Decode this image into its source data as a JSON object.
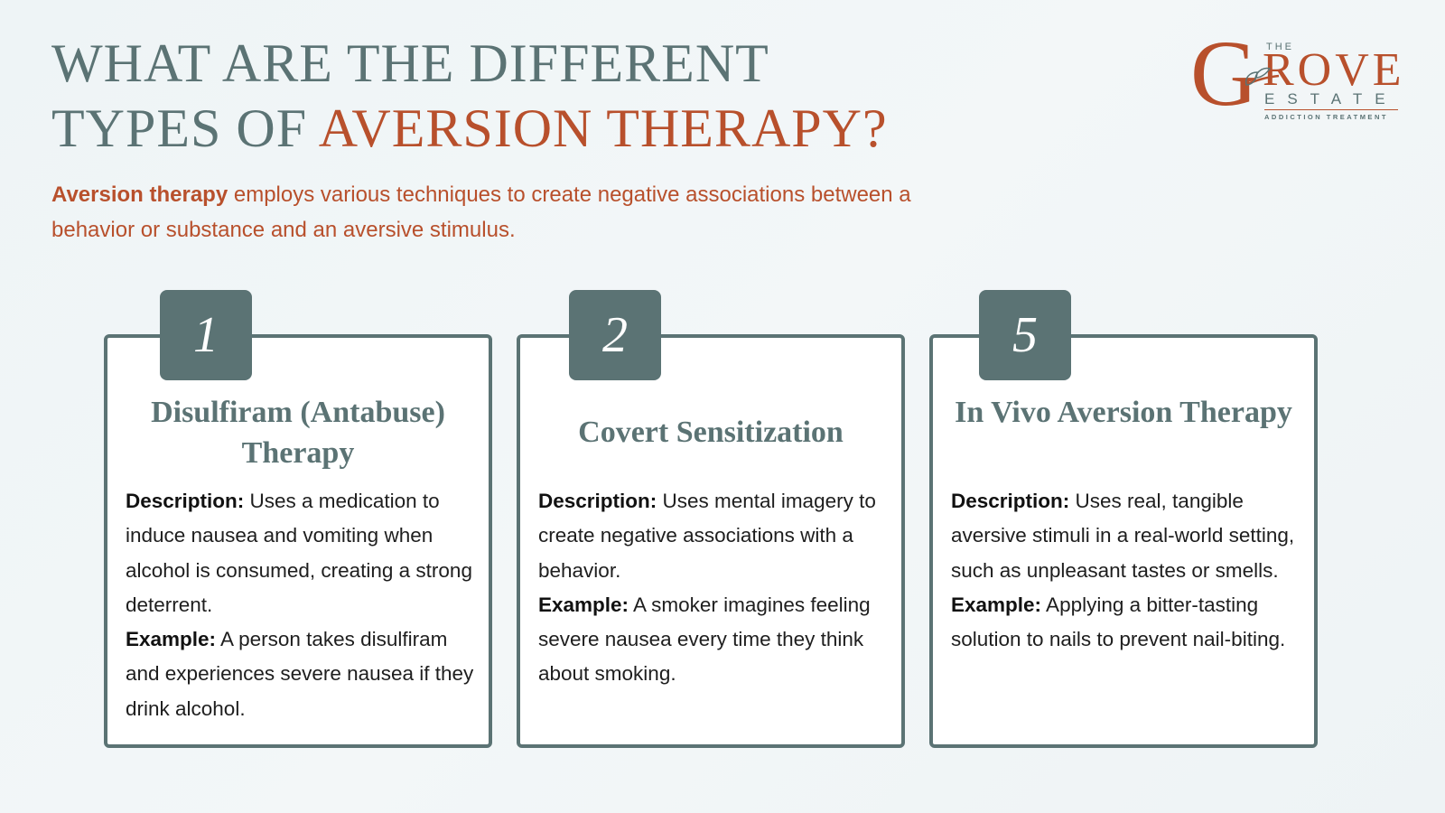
{
  "header": {
    "title_line1": "WHAT ARE THE DIFFERENT",
    "title_line2_prefix": "TYPES OF ",
    "title_line2_accent": "AVERSION THERAPY?",
    "intro_bold": "Aversion therapy",
    "intro_rest": " employs various techniques to create negative associations between a behavior or substance and an aversive stimulus."
  },
  "logo": {
    "the": "THE",
    "g": "G",
    "rove": "ROVE",
    "estate": "ESTATE",
    "subtitle": "ADDICTION TREATMENT"
  },
  "colors": {
    "primary_slate": "#5b7374",
    "accent_rust": "#b8502c",
    "background": "#eef4f6"
  },
  "cards": [
    {
      "number": "1",
      "title": "Disulfiram (Antabuse) Therapy",
      "description_label": "Description:",
      "description": " Uses a medication to induce nausea and vomiting when alcohol is consumed, creating a strong deterrent.",
      "example_label": "Example:",
      "example": " A person takes disulfiram and experiences severe nausea if they drink alcohol."
    },
    {
      "number": "2",
      "title": "Covert Sensitization",
      "description_label": "Description:",
      "description": " Uses mental imagery to create negative associations with a behavior.",
      "example_label": "Example:",
      "example": " A smoker imagines feeling severe nausea every time they think about smoking."
    },
    {
      "number": "5",
      "title": "In Vivo Aversion Therapy",
      "description_label": "Description:",
      "description": " Uses real, tangible aversive stimuli in a real-world setting, such as unpleasant tastes or smells.",
      "example_label": "Example:",
      "example": " Applying a bitter-tasting solution to nails to prevent nail-biting."
    }
  ]
}
